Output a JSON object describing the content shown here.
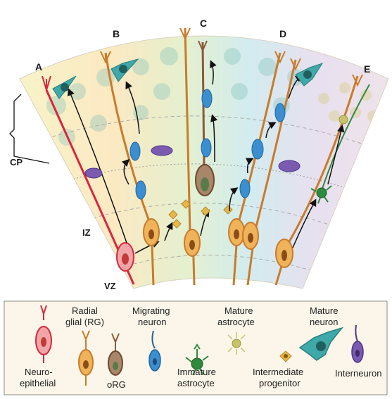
{
  "panels": [
    "A",
    "B",
    "C",
    "D",
    "E"
  ],
  "zones": {
    "cp": "CP",
    "iz": "IZ",
    "vz": "VZ"
  },
  "legend": {
    "neuroepithelial": [
      "Neuro-",
      "epithelial"
    ],
    "radial_glial": [
      "Radial",
      "glial (RG)"
    ],
    "org": "oRG",
    "migrating_neuron": [
      "Migrating",
      "neuron"
    ],
    "immature_astrocyte": [
      "Immature",
      "astrocyte"
    ],
    "mature_astrocyte": [
      "Mature",
      "astrocyte"
    ],
    "intermediate_progenitor": [
      "Intermediate",
      "progenitor"
    ],
    "mature_neuron": [
      "Mature",
      "neuron"
    ],
    "interneuron": "Interneuron"
  },
  "colors": {
    "neuroepithelial": "#d8263f",
    "radial_glial": "#c97b2a",
    "org": "#8a5b3a",
    "migrating_neuron": "#3b8fd0",
    "immature_astrocyte": "#2e8a3e",
    "mature_astrocyte": "#c9c46a",
    "intermediate_progenitor": "#e6b84a",
    "mature_neuron": "#3fa8a8",
    "interneuron": "#7a5bb0"
  }
}
